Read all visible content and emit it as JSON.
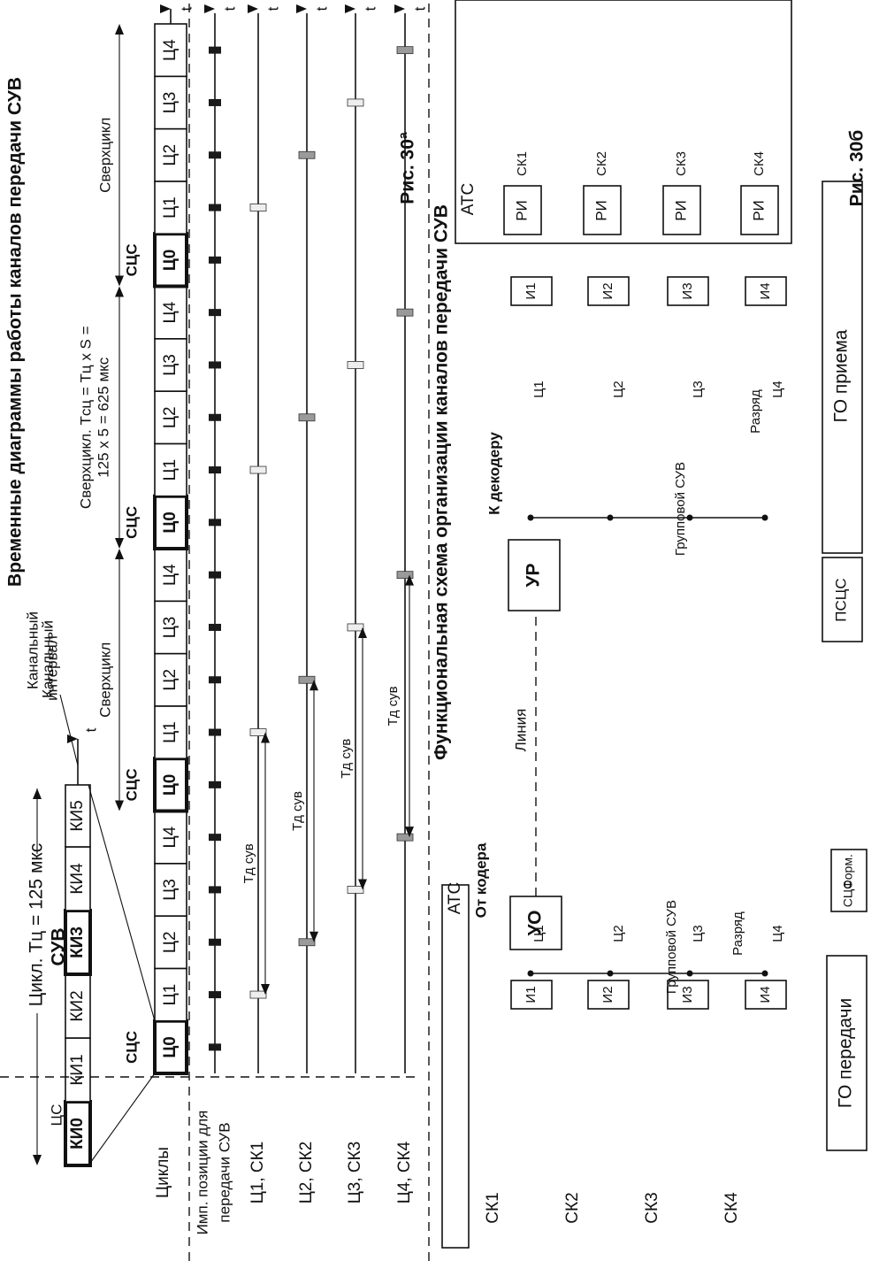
{
  "title_a": "Временные диаграммы работы каналов передачи СУВ",
  "title_b": "Функциональная схема организации каналов передачи СУВ",
  "fig_a": "Рис. 30ª",
  "fig_b": "Рис. 30б",
  "cycle": {
    "label": "Цикл.  Tц = 125 мкс",
    "ci": "ЦС",
    "suv": "СУВ",
    "slots": [
      "КИ0",
      "КИ1",
      "КИ2",
      "КИ3",
      "КИ4",
      "КИ5"
    ],
    "channel_interval": [
      "Канальный",
      "интервал"
    ]
  },
  "t_label": "t",
  "row_labels": {
    "header": "Циклы",
    "imp1": "Имп. позиции для",
    "imp2": "передачи СУВ",
    "rows": [
      "Ц1, СК1",
      "Ц2, СК2",
      "Ц3, СК3",
      "Ц4, СК4"
    ]
  },
  "frames": [
    "Ц0",
    "Ц1",
    "Ц2",
    "Ц3",
    "Ц4",
    "Ц0",
    "Ц1",
    "Ц2",
    "Ц3",
    "Ц4",
    "Ц0",
    "Ц1",
    "Ц2",
    "Ц3",
    "Ц4",
    "Ц0",
    "Ц1",
    "Ц2",
    "Ц3",
    "Ц4"
  ],
  "sync": "СЦС",
  "supercycle": "Сверхцикл",
  "supercycle_formula": [
    "Сверхцикл. Tсц = Tц x S =",
    "125 x 5 = 625 мкс"
  ],
  "td": "Tд сув",
  "scheme": {
    "ats": "АТС",
    "sk": [
      "СК1",
      "СК2",
      "СК3",
      "СК4"
    ],
    "i": [
      "И1",
      "И2",
      "И3",
      "И4"
    ],
    "c": [
      "Ц1",
      "Ц2",
      "Ц3",
      "Ц4"
    ],
    "razryad": "Разряд",
    "go_tx": "ГО передачи",
    "go_rx": "ГО приема",
    "group_suv": "Групповой СУВ",
    "uo": "УО",
    "ur": "УР",
    "from_coder": "От кодера",
    "to_decoder": "К декодеру",
    "line": "Линия",
    "form_sc": [
      "Форм.",
      "СЦС"
    ],
    "psc": "ПСЦС",
    "ri": "РИ"
  }
}
